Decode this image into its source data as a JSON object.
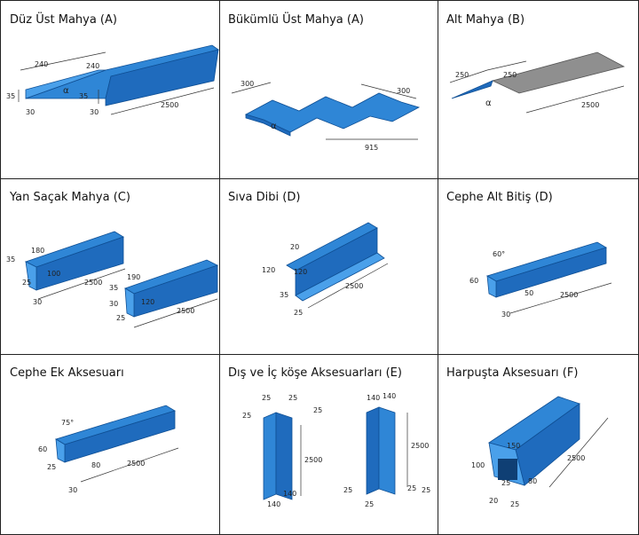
{
  "panels": [
    {
      "title": "Düz Üst Mahya (A)",
      "labels": [
        "240",
        "240",
        "35",
        "30",
        "α",
        "35",
        "30",
        "2500"
      ]
    },
    {
      "title": "Bükümlü Üst Mahya (A)",
      "labels": [
        "300",
        "300",
        "α",
        "915"
      ]
    },
    {
      "title": "Alt Mahya (B)",
      "labels": [
        "250",
        "250",
        "α",
        "2500"
      ]
    },
    {
      "title": "Yan Saçak Mahya (C)",
      "labels": [
        "35",
        "180",
        "100",
        "25",
        "30",
        "2500",
        "35",
        "190",
        "30",
        "120",
        "25",
        "2500"
      ]
    },
    {
      "title": "Sıva Dibi (D)",
      "labels": [
        "20",
        "120",
        "120",
        "35",
        "25",
        "2500"
      ]
    },
    {
      "title": "Cephe Alt Bitiş (D)",
      "labels": [
        "60°",
        "60",
        "50",
        "2500",
        "30"
      ]
    },
    {
      "title": "Cephe Ek Aksesuarı",
      "labels": [
        "75°",
        "60",
        "25",
        "80",
        "2500",
        "30"
      ]
    },
    {
      "title": "Dış ve İç köşe Aksesuarları (E)",
      "labels": [
        "25",
        "25",
        "25",
        "25",
        "2500",
        "140",
        "140",
        "140",
        "140",
        "2500",
        "25",
        "25",
        "25",
        "25"
      ]
    },
    {
      "title": "Harpuşta Aksesuarı (F)",
      "labels": [
        "150",
        "2500",
        "100",
        "25",
        "80",
        "20",
        "25"
      ]
    }
  ]
}
